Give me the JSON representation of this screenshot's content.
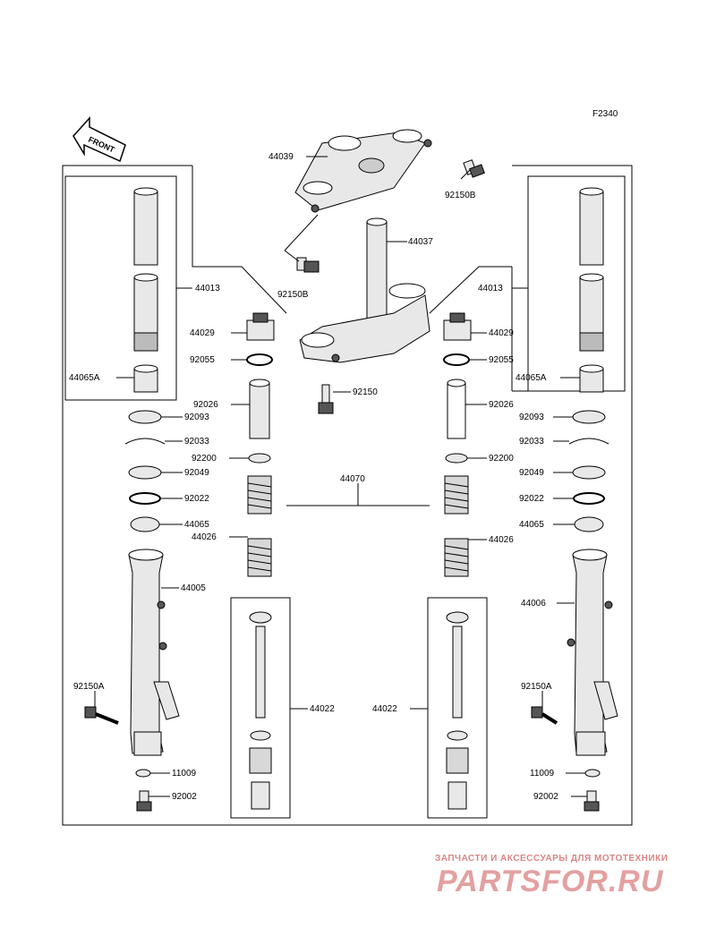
{
  "figure_code": "F2340",
  "front_label": "FRONT",
  "labels": {
    "p44039": "44039",
    "p92150B_top": "92150B",
    "p92150B_mid": "92150B",
    "p44037": "44037",
    "p44013_l": "44013",
    "p44013_r": "44013",
    "p44065A_l": "44065A",
    "p44065A_r": "44065A",
    "p44029_l": "44029",
    "p44029_r": "44029",
    "p92055_l": "92055",
    "p92055_r": "92055",
    "p92150": "92150",
    "p92026_l": "92026",
    "p92026_r": "92026",
    "p92093_l": "92093",
    "p92093_r": "92093",
    "p92033_l": "92033",
    "p92033_r": "92033",
    "p92200_l": "92200",
    "p92200_r": "92200",
    "p92049_l": "92049",
    "p92049_r": "92049",
    "p44070": "44070",
    "p92022_l": "92022",
    "p92022_r": "92022",
    "p44065_l": "44065",
    "p44065_r": "44065",
    "p44026_l": "44026",
    "p44026_r": "44026",
    "p44005": "44005",
    "p44006": "44006",
    "p44022_l": "44022",
    "p44022_r": "44022",
    "p92150A_l": "92150A",
    "p92150A_r": "92150A",
    "p11009_l": "11009",
    "p11009_r": "11009",
    "p92002_l": "92002",
    "p92002_r": "92002"
  },
  "watermark": {
    "tagline": "ЗАПЧАСТИ И АКСЕССУАРЫ ДЛЯ МОТОТЕХНИКИ",
    "brand": "PARTSFOR.RU",
    "color": "#d98585"
  }
}
